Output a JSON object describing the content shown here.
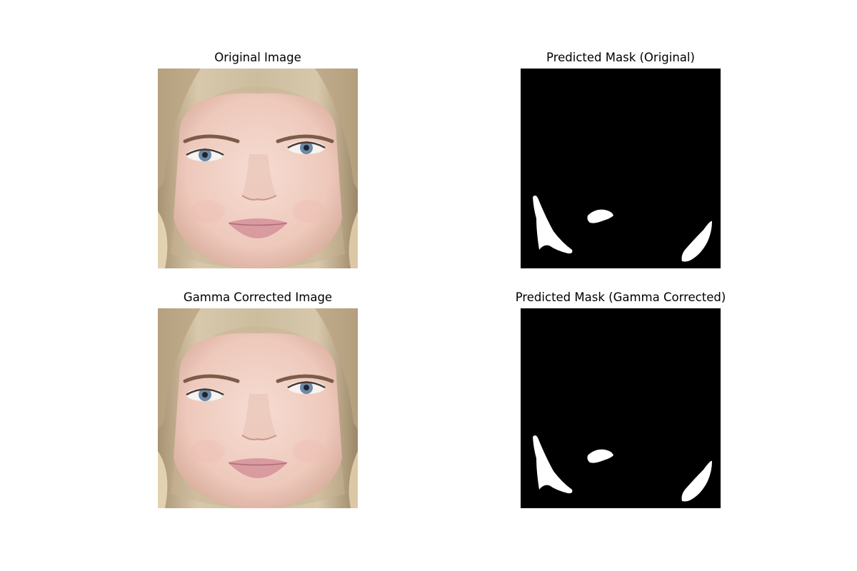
{
  "panels": [
    {
      "title": "Original Image",
      "kind": "face"
    },
    {
      "title": "Predicted Mask (Original)",
      "kind": "mask"
    },
    {
      "title": "Gamma Corrected Image",
      "kind": "face"
    },
    {
      "title": "Predicted Mask (Gamma Corrected)",
      "kind": "mask"
    }
  ],
  "colors": {
    "mask_background": "#000000",
    "mask_foreground": "#ffffff",
    "hair": "#c9b79a",
    "skin": "#efcfc4",
    "lips": "#d99aa0",
    "iris": "#6d89a8"
  }
}
